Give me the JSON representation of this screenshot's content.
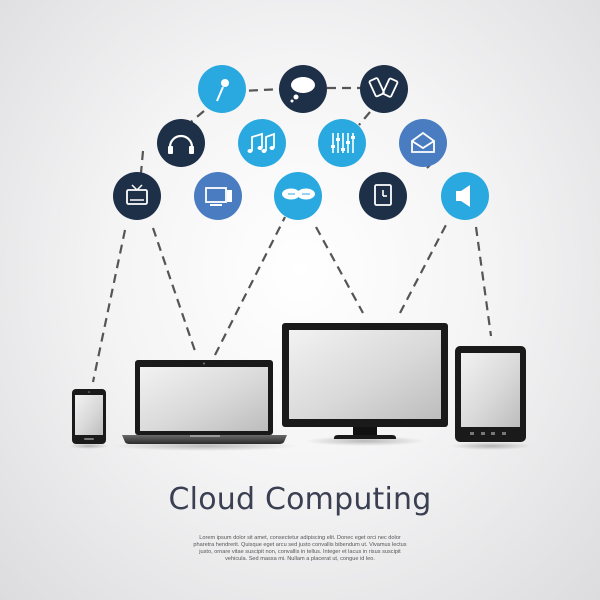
{
  "title": "Cloud Computing",
  "body_text": "Lorem ipsum dolor sit amet, consectetur adipiscing elit. Donec eget orci nec dolor pharetra hendrerit. Quisque eget arcu sed justo convallis bibendum ut. Vivamus lectus justo, ornare vitae suscipit non, convallis in tellus. Integer et lacus in risus suscipit vehicula. Sed massa mi. Nullam a placerat ut, congue id leo.",
  "colors": {
    "background": "#eeeeef",
    "node_light_blue": "#29a9e0",
    "node_mid_blue": "#4a7cc2",
    "node_navy": "#1e2f48",
    "connector": "#555555",
    "title": "#3a3f52",
    "device_body": "#1a1a1a"
  },
  "icons": [
    "microphone-icon",
    "thought-bubble-icon",
    "mobile-phones-icon",
    "headphones-icon",
    "music-notes-icon",
    "equalizer-icon",
    "mail-icon",
    "tv-icon",
    "computer-icon",
    "chat-bubbles-icon",
    "clock-icon",
    "speaker-icon"
  ],
  "devices": [
    "smartphone",
    "laptop",
    "desktop-monitor",
    "tablet"
  ]
}
